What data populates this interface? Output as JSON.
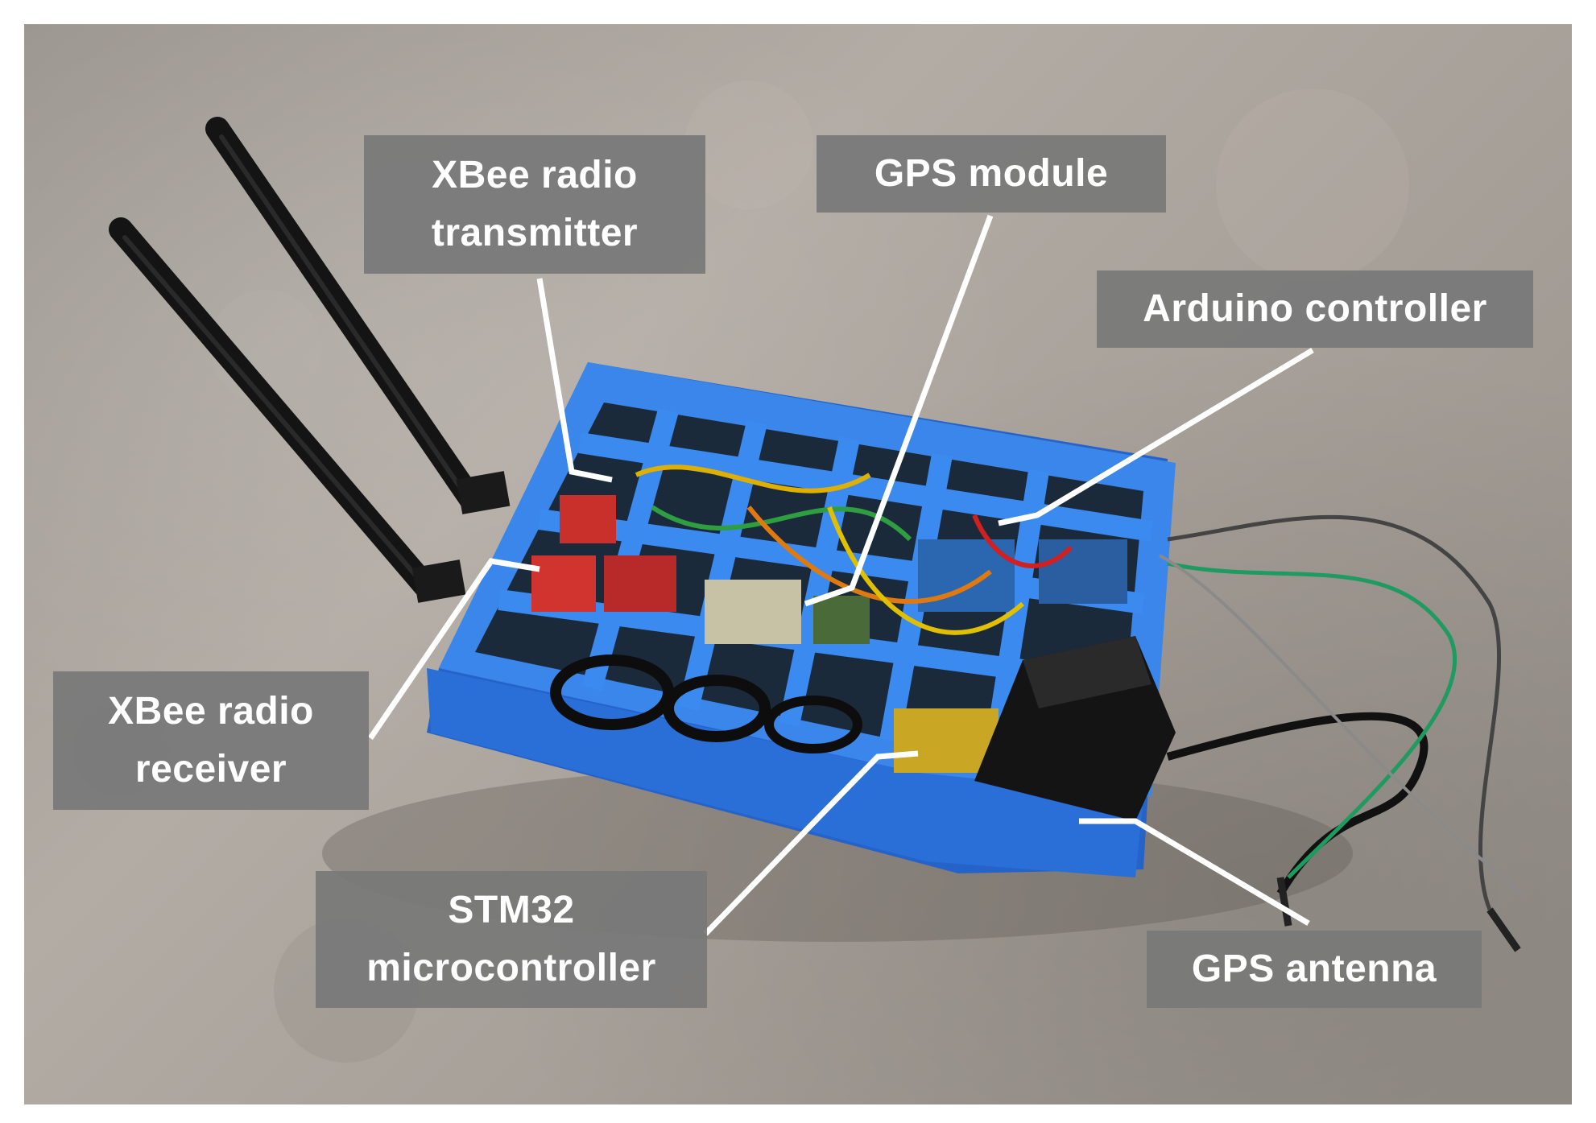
{
  "labels": {
    "xbee_transmitter": [
      "XBee radio",
      "transmitter"
    ],
    "gps_module": [
      "GPS module"
    ],
    "arduino_controller": [
      "Arduino controller"
    ],
    "xbee_receiver": [
      "XBee radio",
      "receiver"
    ],
    "stm32": [
      "STM32",
      "microcontroller"
    ],
    "gps_antenna": [
      "GPS antenna"
    ]
  },
  "colors": {
    "callout_background": "#787878",
    "callout_text": "#ffffff",
    "leader_line": "#ffffff",
    "enclosure": "#2f7fe0",
    "antenna": "#141414",
    "floor": "#a8a19a"
  }
}
